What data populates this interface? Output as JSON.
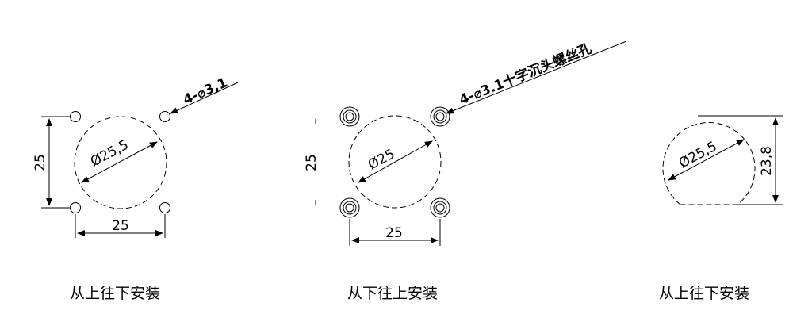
{
  "panels": [
    {
      "diameter_label": "Ø25,5",
      "hole_callout": "4-⌀3,1",
      "vertical_dim": "25",
      "horizontal_dim": "25",
      "caption": "从上往下安装"
    },
    {
      "diameter_label": "Ø25",
      "hole_callout": "4-⌀3.1十字沉头螺丝孔",
      "vertical_dim": "25",
      "horizontal_dim": "25",
      "caption": "从下往上安装"
    },
    {
      "diameter_label": "Ø25,5",
      "vertical_dim": "23,8",
      "caption": "从上往下安装"
    }
  ]
}
